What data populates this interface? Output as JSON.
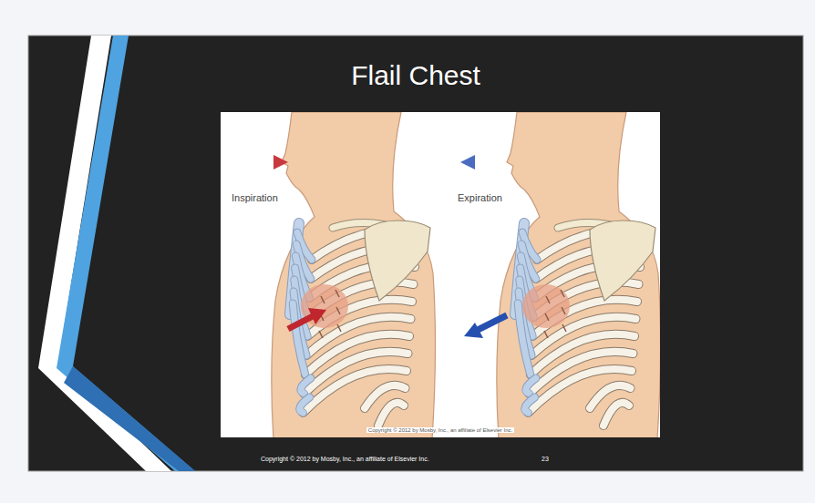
{
  "diagram": {
    "title": "Flail Chest",
    "labels": [
      "Inspiration",
      "Expiration",
      "Copyright © 2012 by Mosby, Inc., an affiliate of Elsevier Inc.",
      "Copyright © 2012 by Mosby, Inc., an affiliate of Elsevier Inc.",
      "23"
    ]
  }
}
